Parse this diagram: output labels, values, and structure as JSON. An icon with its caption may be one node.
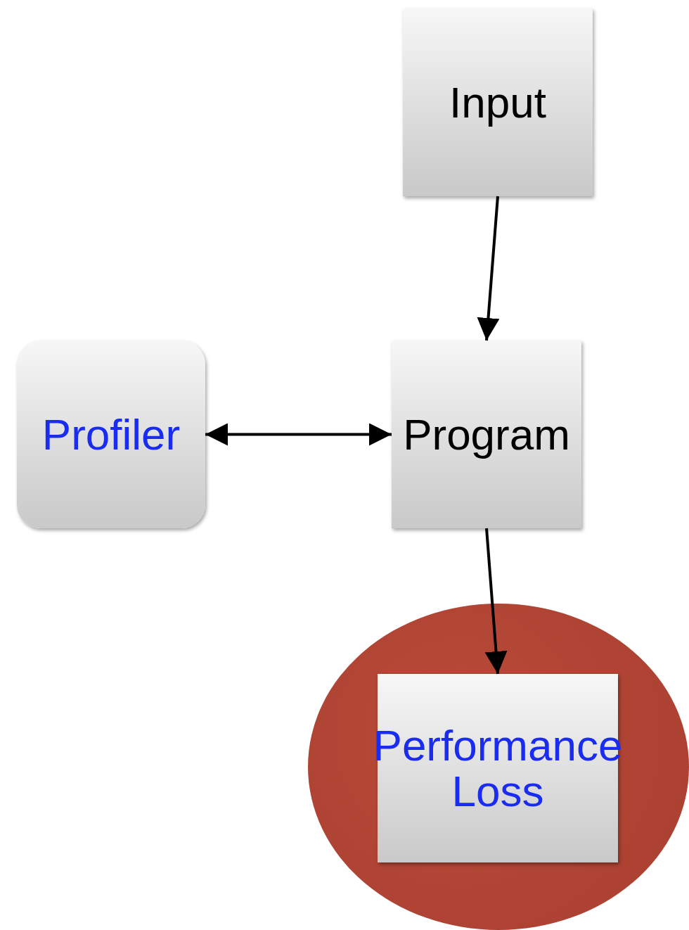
{
  "diagram": {
    "nodes": [
      {
        "text": [
          "Input"
        ]
      },
      {
        "text": [
          "Profiler"
        ]
      },
      {
        "text": [
          "Program"
        ]
      },
      {
        "text": [],
        "shape": "circle"
      },
      {
        "text": [
          "Performance Loss"
        ],
        "in": 3
      }
    ],
    "edges": [
      {
        "from": 0,
        "to": 2,
        "arrow": "to"
      },
      {
        "from": 1,
        "to": 2,
        "arrow": "both"
      },
      {
        "from": 2,
        "to": 4,
        "arrow": "to"
      }
    ]
  }
}
